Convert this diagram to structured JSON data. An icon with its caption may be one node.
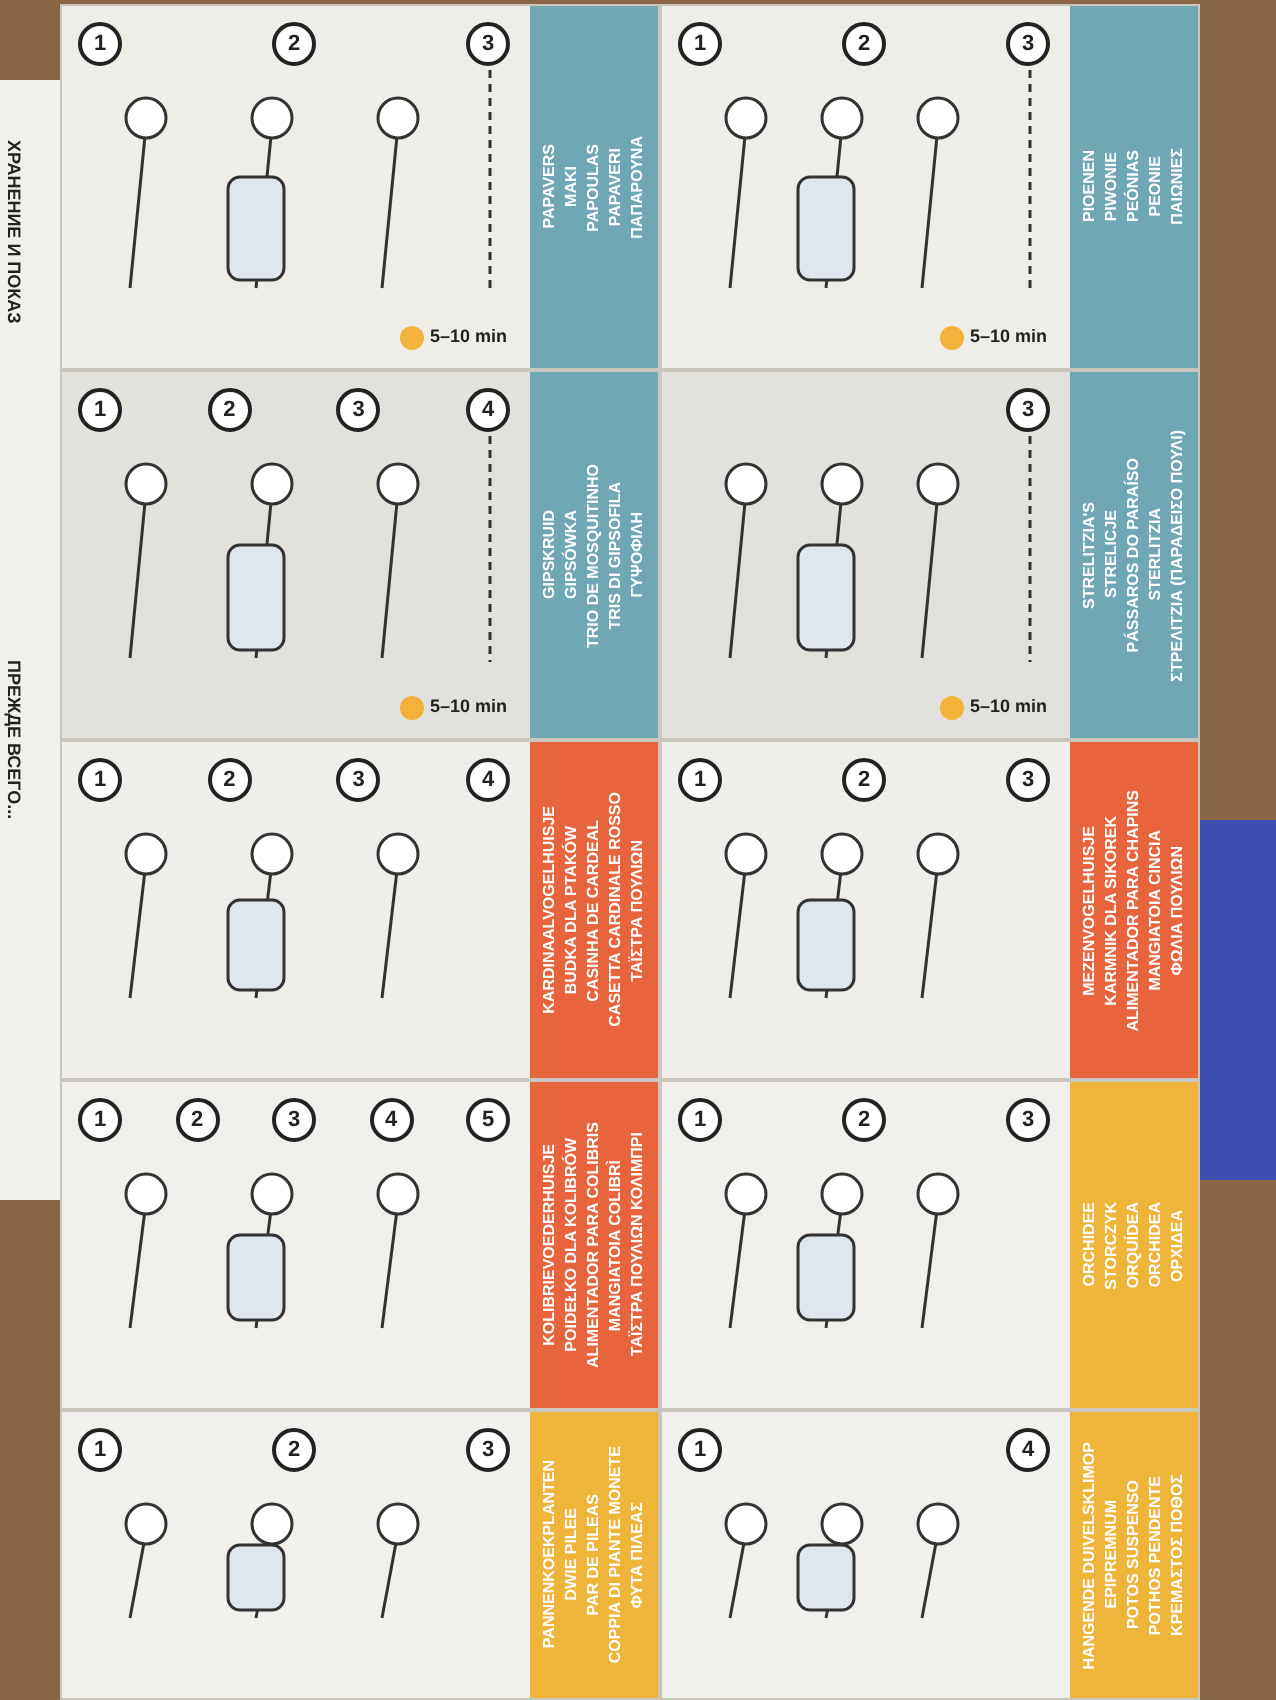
{
  "diagram": {
    "nodes": [
      {
        "text": [
          "PAPAVERS",
          "MAKI",
          "PAPOULAS",
          "PAPAVERI",
          "ΠΑΠΑΡΟΥΝΑ"
        ]
      },
      {
        "text": [
          "GIPSKRUID",
          "GIPSÓWKA",
          "TRIO DE MOSQUITINHO",
          "TRIS DI GIPSOFILA",
          "ΓΥΨΟΦΙΛΗ"
        ]
      },
      {
        "text": [
          "KARDINAALVOGELHUISJE",
          "BUDKA DLA PTAKÓW",
          "CASINHA DE CARDEAL",
          "CASETTA CARDINALE ROSSO",
          "ΤΑΪΣΤΡΑ ΠΟΥΛΙΩΝ"
        ]
      },
      {
        "text": [
          "KOLIBRIEVOEDERHUISJE",
          "POIDEŁKO DLA KOLIBRÓW",
          "ALIMENTADOR PARA COLIBRIS",
          "MANGIATOIA COLIBRÌ",
          "ΤΑΪΣΤΡΑ ΠΟΥΛΙΩΝ ΚΟΛΙΜΠΡΙ"
        ]
      },
      {
        "text": [
          "PANNENKOEKPLANTEN",
          "DWIE PILEE",
          "PAR DE PILEAS",
          "COPPIA DI PIANTE MONETE",
          "ΦΥΤΑ ΠΙΛΕΑΣ"
        ]
      },
      {
        "text": [
          "PIOENEN",
          "PIWONIE",
          "PEÓNIAS",
          "PEONIE",
          "ΠΑΙΩΝΙΕΣ"
        ]
      },
      {
        "text": [
          "STRELITZIA'S",
          "STRELICJE",
          "PÁSSAROS DO PARAÍSO",
          "STERLITZIA",
          "ΣΤΡΕΛΙΤΖΙΑ (ΠΑΡΑΔΕΙΣΟ ΠΟΥΛΙ)"
        ]
      },
      {
        "text": [
          "MEZENVOGELHUISJE",
          "KARMNIK DLA SIKOREK",
          "ALIMENTADOR PARA CHAPINS",
          "MANGIATOIA CINCIA",
          "ΦΩΛΙΑ ΠΟΥΛΙΩΝ"
        ]
      },
      {
        "text": [
          "ORCHIDEE",
          "STORCZYK",
          "ORQUÍDEA",
          "ORCHIDEA",
          "ΟΡΧΙΔΕΑ"
        ]
      },
      {
        "text": [
          "HANGENDE DUIVELSKLIMOP",
          "EPIPREMNUM",
          "POTOS SUSPENSO",
          "POTHOS PENDENTE",
          "ΚΡΕΜΑΣΤΟΣ ΠΟΘΟΣ"
        ]
      }
    ],
    "labels": [
      "ХРАНЕНИЕ И ПОКАЗ",
      "ПРЕЖДЕ ВСЕГО...",
      "1",
      "2",
      "3",
      "5–10 min",
      "1",
      "2",
      "3",
      "4",
      "5–10 min",
      "1",
      "2",
      "3",
      "4",
      "1",
      "2",
      "3",
      "4",
      "5",
      "1",
      "2",
      "3",
      "1",
      "2",
      "3",
      "5–10 min",
      "3",
      "5–10 min",
      "1",
      "2",
      "3",
      "1",
      "2",
      "3",
      "1",
      "4"
    ]
  }
}
